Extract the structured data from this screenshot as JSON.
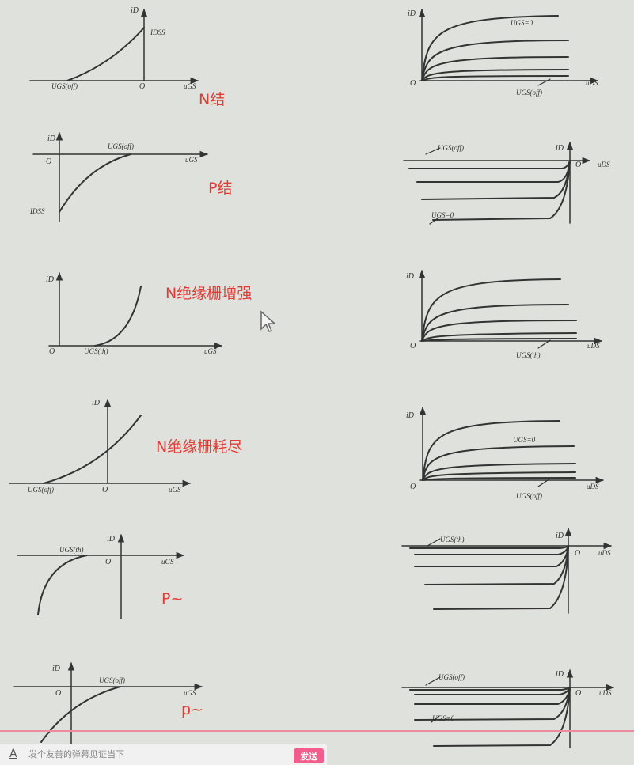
{
  "labels": {
    "n_junction": "N结",
    "p_junction": "P结",
    "n_enhancement": "N绝缘栅增强",
    "n_depletion": "N绝缘栅耗尽",
    "p_enhancement": "P~",
    "p_depletion": "p~"
  },
  "axis_text": {
    "iD": "iD",
    "uGS": "uGS",
    "uDS": "uDS",
    "origin": "O",
    "IDSS": "IDSS",
    "UGSoff": "UGS(off)",
    "UGSth": "UGS(th)",
    "UGS0": "UGS=0"
  },
  "danmaku": {
    "icon": "danmaku-settings-icon",
    "placeholder": "发个友善的弹幕见证当下",
    "send_label": "发送"
  },
  "colors": {
    "background": "#dfe2dc",
    "annotation": "#e23b35",
    "send_button": "#f25d8e",
    "progress_line": "#ef8aa0"
  }
}
